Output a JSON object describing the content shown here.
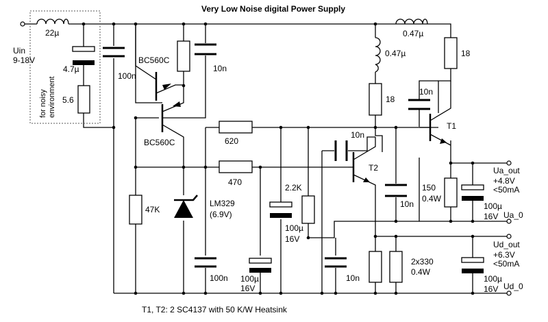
{
  "title": "Very Low Noise digital Power Supply",
  "footnote": "T1, T2: 2 SC4137 with 50 K/W Heatsink",
  "input": {
    "name": "Uin",
    "range": "9-18V"
  },
  "noisy_env": {
    "line1": "for noisy",
    "line2": "environment"
  },
  "components": {
    "l_in": "22µ",
    "c_in_elko": "4.7µ",
    "r_in": "5.6",
    "c_100n_a": "100n",
    "q_upper": "BC560C",
    "q_lower": "BC560C",
    "c_10n_a": "10n",
    "r_47k": "47K",
    "zener_name": "LM329",
    "zener_volt": "(6.9V)",
    "r_620": "620",
    "r_470": "470",
    "c_100n_b": "100n",
    "r_2k2": "2.2K",
    "c_100u_a_val": "100µ",
    "c_100u_a_volt": "16V",
    "c_100u_b_val": "100µ",
    "c_100u_b_volt": "16V",
    "l_mid": "0.47µ",
    "r_18_mid": "18",
    "c_10n_b": "10n",
    "t2": "T2",
    "c_10n_c": "10n",
    "c_10n_d": "10n",
    "l_top": "0.47µ",
    "r_18_top": "18",
    "c_10n_e": "10n",
    "t1": "T1",
    "r_150_val": "150",
    "r_150_pwr": "0.4W",
    "c_100u_c_val": "100µ",
    "c_100u_c_volt": "16V",
    "r_2x330_val": "2x330",
    "r_2x330_pwr": "0.4W",
    "c_100u_d_val": "100µ",
    "c_100u_d_volt": "16V"
  },
  "outputs": {
    "ua_out": "Ua_out",
    "ua_volt": "+4.8V",
    "ua_curr": "<50mA",
    "ua_0": "Ua_0",
    "ud_out": "Ud_out",
    "ud_volt": "+6.3V",
    "ud_curr": "<50mA",
    "ud_0": "Ud_0"
  }
}
